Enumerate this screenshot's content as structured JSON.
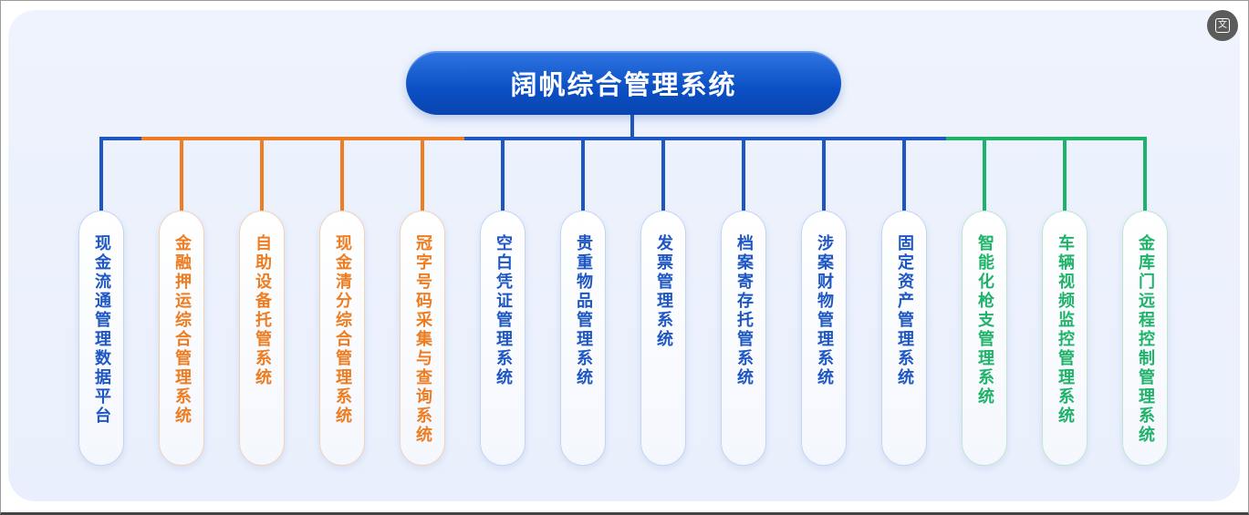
{
  "root": {
    "title": "阔帆综合管理系统"
  },
  "colors": {
    "blue": "#1e57c4",
    "orange": "#ee7d22",
    "green": "#1fb36a"
  },
  "nodes": [
    {
      "label": "现金流通管理数据平台",
      "color": "blue"
    },
    {
      "label": "金融押运综合管理系统",
      "color": "orange"
    },
    {
      "label": "自助设备托管系统",
      "color": "orange"
    },
    {
      "label": "现金清分综合管理系统",
      "color": "orange"
    },
    {
      "label": "冠字号码采集与查询系统",
      "color": "orange"
    },
    {
      "label": "空白凭证管理系统",
      "color": "blue"
    },
    {
      "label": "贵重物品管理系统",
      "color": "blue"
    },
    {
      "label": "发票管理系统",
      "color": "blue"
    },
    {
      "label": "档案寄存托管系统",
      "color": "blue"
    },
    {
      "label": "涉案财物管理系统",
      "color": "blue"
    },
    {
      "label": "固定资产管理系统",
      "color": "blue"
    },
    {
      "label": "智能化枪支管理系统",
      "color": "green"
    },
    {
      "label": "车辆视频监控管理系统",
      "color": "green"
    },
    {
      "label": "金库门远程控制管理系统",
      "color": "green"
    }
  ],
  "toolbar": {
    "translate_icon": "translate-icon",
    "translate_glyph": "文"
  }
}
